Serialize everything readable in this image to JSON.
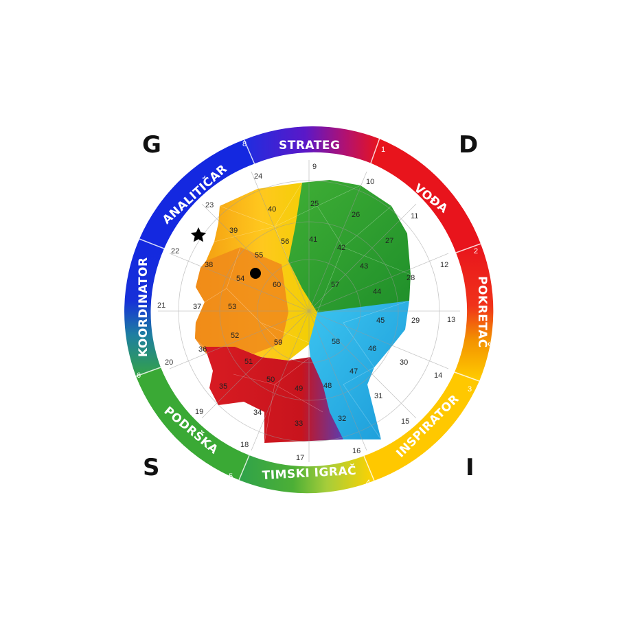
{
  "corners": {
    "top_left": "G",
    "top_right": "D",
    "bottom_left": "S",
    "bottom_right": "I"
  },
  "ring_labels": {
    "strateg": "STRATEG",
    "voda": "VOĐA",
    "pokretac": "POKRETAČ",
    "inspirator": "INSPIRATOR",
    "timski_igrac": "TIMSKI IGRAČ",
    "podrska": "PODRŠKA",
    "koordinator": "KOORDINATOR",
    "analiticar": "ANALITIČAR"
  },
  "ring_numbers": [
    "1",
    "2",
    "3",
    "4",
    "5",
    "6",
    "8"
  ],
  "outer_numbers": [
    "9",
    "10",
    "11",
    "12",
    "13",
    "14",
    "15",
    "16",
    "17",
    "18",
    "19",
    "20",
    "21",
    "22",
    "23",
    "24"
  ],
  "mid_numbers": [
    "25",
    "26",
    "27",
    "28",
    "29",
    "30",
    "31",
    "32",
    "33",
    "34",
    "35",
    "36",
    "37",
    "38",
    "39",
    "40"
  ],
  "inner_numbers": [
    "41",
    "42",
    "43",
    "44",
    "45",
    "46",
    "47",
    "48",
    "49",
    "50",
    "51",
    "52",
    "53",
    "54",
    "55",
    "56"
  ],
  "center_numbers": [
    "57",
    "58",
    "59",
    "60"
  ],
  "markers": {
    "star": "star-icon",
    "dot": "dot-marker"
  },
  "colors": {
    "red": "#e8141c",
    "orange": "#f39200",
    "yellow": "#ffd500",
    "green": "#3aa935",
    "blue": "#1428e0",
    "purple": "#6a1bb8",
    "cyan": "#29b6e8"
  }
}
